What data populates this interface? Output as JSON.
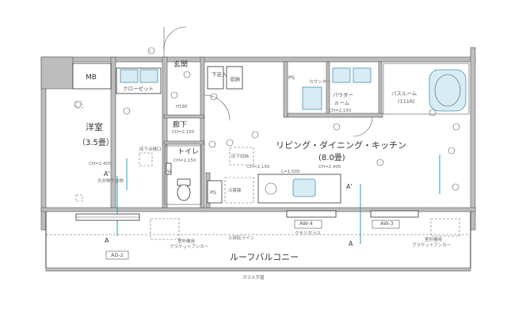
{
  "rooms": {
    "mb": "MB",
    "closet": "クローゼット",
    "entrance": "玄関",
    "shoe_box": "下足入",
    "storage": "収納",
    "western": "洋室",
    "western_size": "（3.5畳）",
    "western_ch": "CH=2,400",
    "hallway": "廊下",
    "hallway_ch": "CH=2,150",
    "toilet": "トイレ",
    "toilet_ch": "CH=2,150",
    "ps_top": "PS",
    "ps_mid": "PS",
    "counter": "カウンター",
    "powder": "パウダー",
    "powder2": "ルーム",
    "powder_ch": "CH=2,150",
    "bath": "バスルーム",
    "bath_size": "(1116)",
    "ldk": "リビング・ダイニング・キッチン",
    "ldk_size": "(8.0畳)",
    "ldk_ch": "CH=2,400",
    "floor_storage": "床下収納",
    "fridge": "冷蔵庫",
    "roof_balcony": "ルーフバルコニー"
  },
  "labels": {
    "h180": "H180",
    "ch2150_k": "CH=2,150",
    "l1500": "L=1,500",
    "ceiling_fan": "天井物干金物",
    "floor_check": "床下点検口",
    "frosted": "クモリガラス",
    "upper_line": "上部庇ライン",
    "ac_bracket_left_1": "室外機用",
    "ac_bracket_left_2": "ブラケットアンカー",
    "ac_bracket_right_1": "室外機用",
    "ac_bracket_right_2": "ブラケットアンカー",
    "glass_rail": "ガラス手摺",
    "a_left_top": "A'",
    "a_left_bottom": "A",
    "a_right_top": "A'",
    "a_right_bottom": "A",
    "sym_i": "i",
    "w": "W"
  },
  "windows": {
    "ad2": "AD-2",
    "aw4": "AW-4",
    "aw3": "AW-3"
  }
}
